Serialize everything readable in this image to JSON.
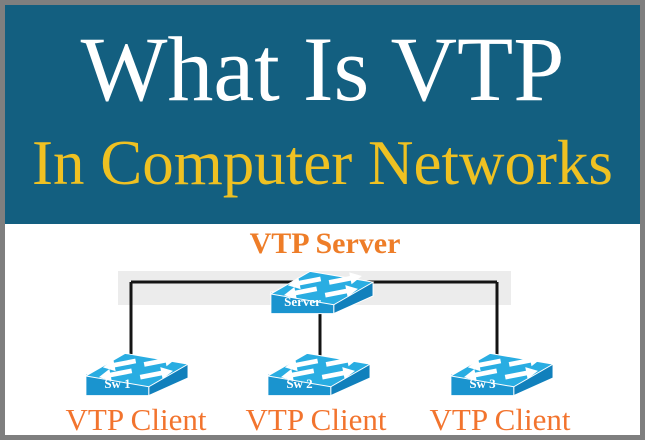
{
  "banner": {
    "title_line1": "What Is VTP",
    "title_line2": "In Computer Networks",
    "bg_color": "#135f80",
    "line1_color": "#ffffff",
    "line2_color": "#efc122"
  },
  "diagram": {
    "server": {
      "caption": "VTP Server",
      "device_label": "Server"
    },
    "clients": [
      {
        "caption": "VTP Client",
        "device_label": "Sw 1"
      },
      {
        "caption": "VTP Client",
        "device_label": "Sw 2"
      },
      {
        "caption": "VTP Client",
        "device_label": "Sw 3"
      }
    ],
    "colors": {
      "server_caption": "#ee7d28",
      "client_caption": "#f2742e",
      "switch_top": "#29ade2",
      "switch_front": "#1a94cf",
      "switch_side": "#1180bc",
      "switch_arrows": "#ffffff",
      "wire": "#141414",
      "band": "#ececec"
    },
    "icons": [
      "network-switch-icon"
    ]
  }
}
